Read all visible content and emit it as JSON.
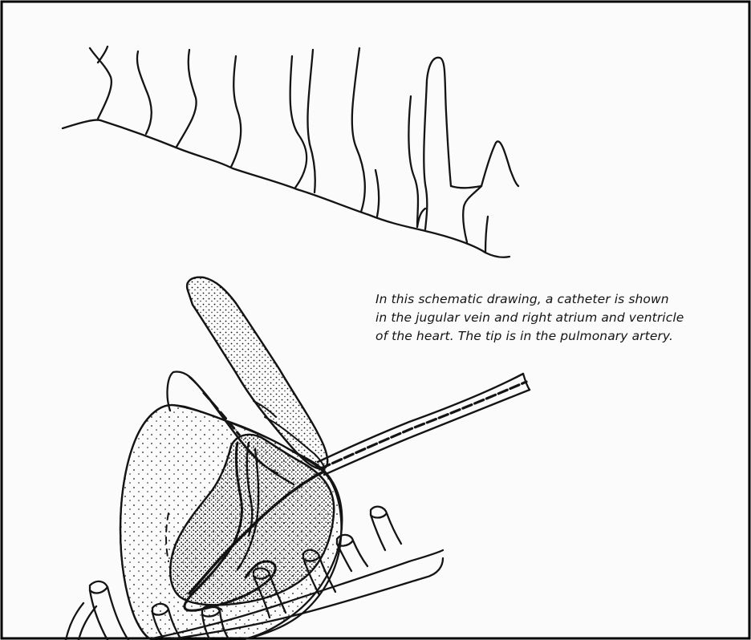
{
  "figure": {
    "caption_lines": [
      "In this schematic drawing, a catheter is shown",
      "in the jugular vein and right atrium and ventricle",
      "of the heart. The tip is in the pulmonary artery."
    ]
  },
  "colors": {
    "ink": "#141414",
    "paper": "#fbfbfb",
    "border": "#000000"
  }
}
